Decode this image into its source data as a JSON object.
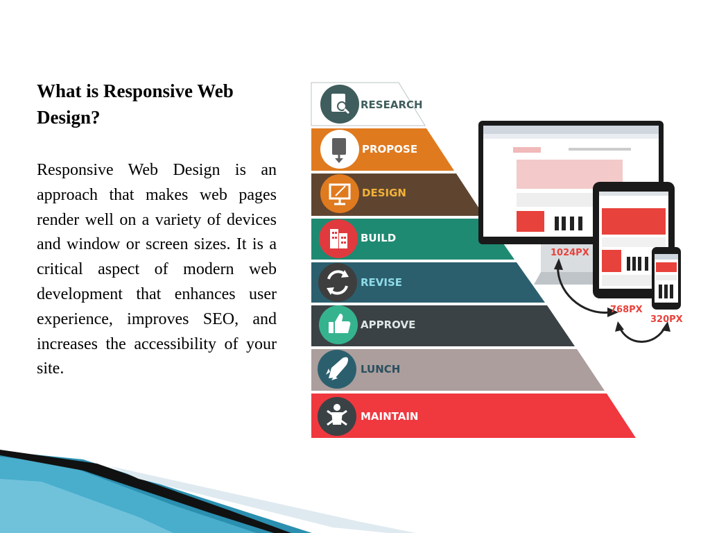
{
  "slide": {
    "title": "What is Responsive Web Design?",
    "body": "Responsive Web Design is an approach that makes web pages render well on a variety of devices and window or screen sizes. It is a critical aspect of modern web development that enhances user experience, improves SEO, and increases the accessibility of your site."
  },
  "pyramid": {
    "steps": [
      {
        "label": "RESEARCH",
        "icon": "document-search-icon",
        "color": "#ffffff"
      },
      {
        "label": "PROPOSE",
        "icon": "document-download-icon",
        "color": "#e07a1f"
      },
      {
        "label": "DESIGN",
        "icon": "design-monitor-icon",
        "color": "#5f4530"
      },
      {
        "label": "BUILD",
        "icon": "building-icon",
        "color": "#1f8a72"
      },
      {
        "label": "REVISE",
        "icon": "refresh-arrows-icon",
        "color": "#2b5f6e"
      },
      {
        "label": "APPROVE",
        "icon": "thumbs-up-icon",
        "color": "#3b4245"
      },
      {
        "label": "LUNCH",
        "icon": "rocket-icon",
        "color": "#ab9e9c"
      },
      {
        "label": "MAINTAIN",
        "icon": "tools-person-icon",
        "color": "#f0383f"
      }
    ]
  },
  "devices": {
    "desktop_label": "1024PX",
    "tablet_label": "768PX",
    "phone_label": "320PX",
    "label_color": "#e8423c"
  }
}
